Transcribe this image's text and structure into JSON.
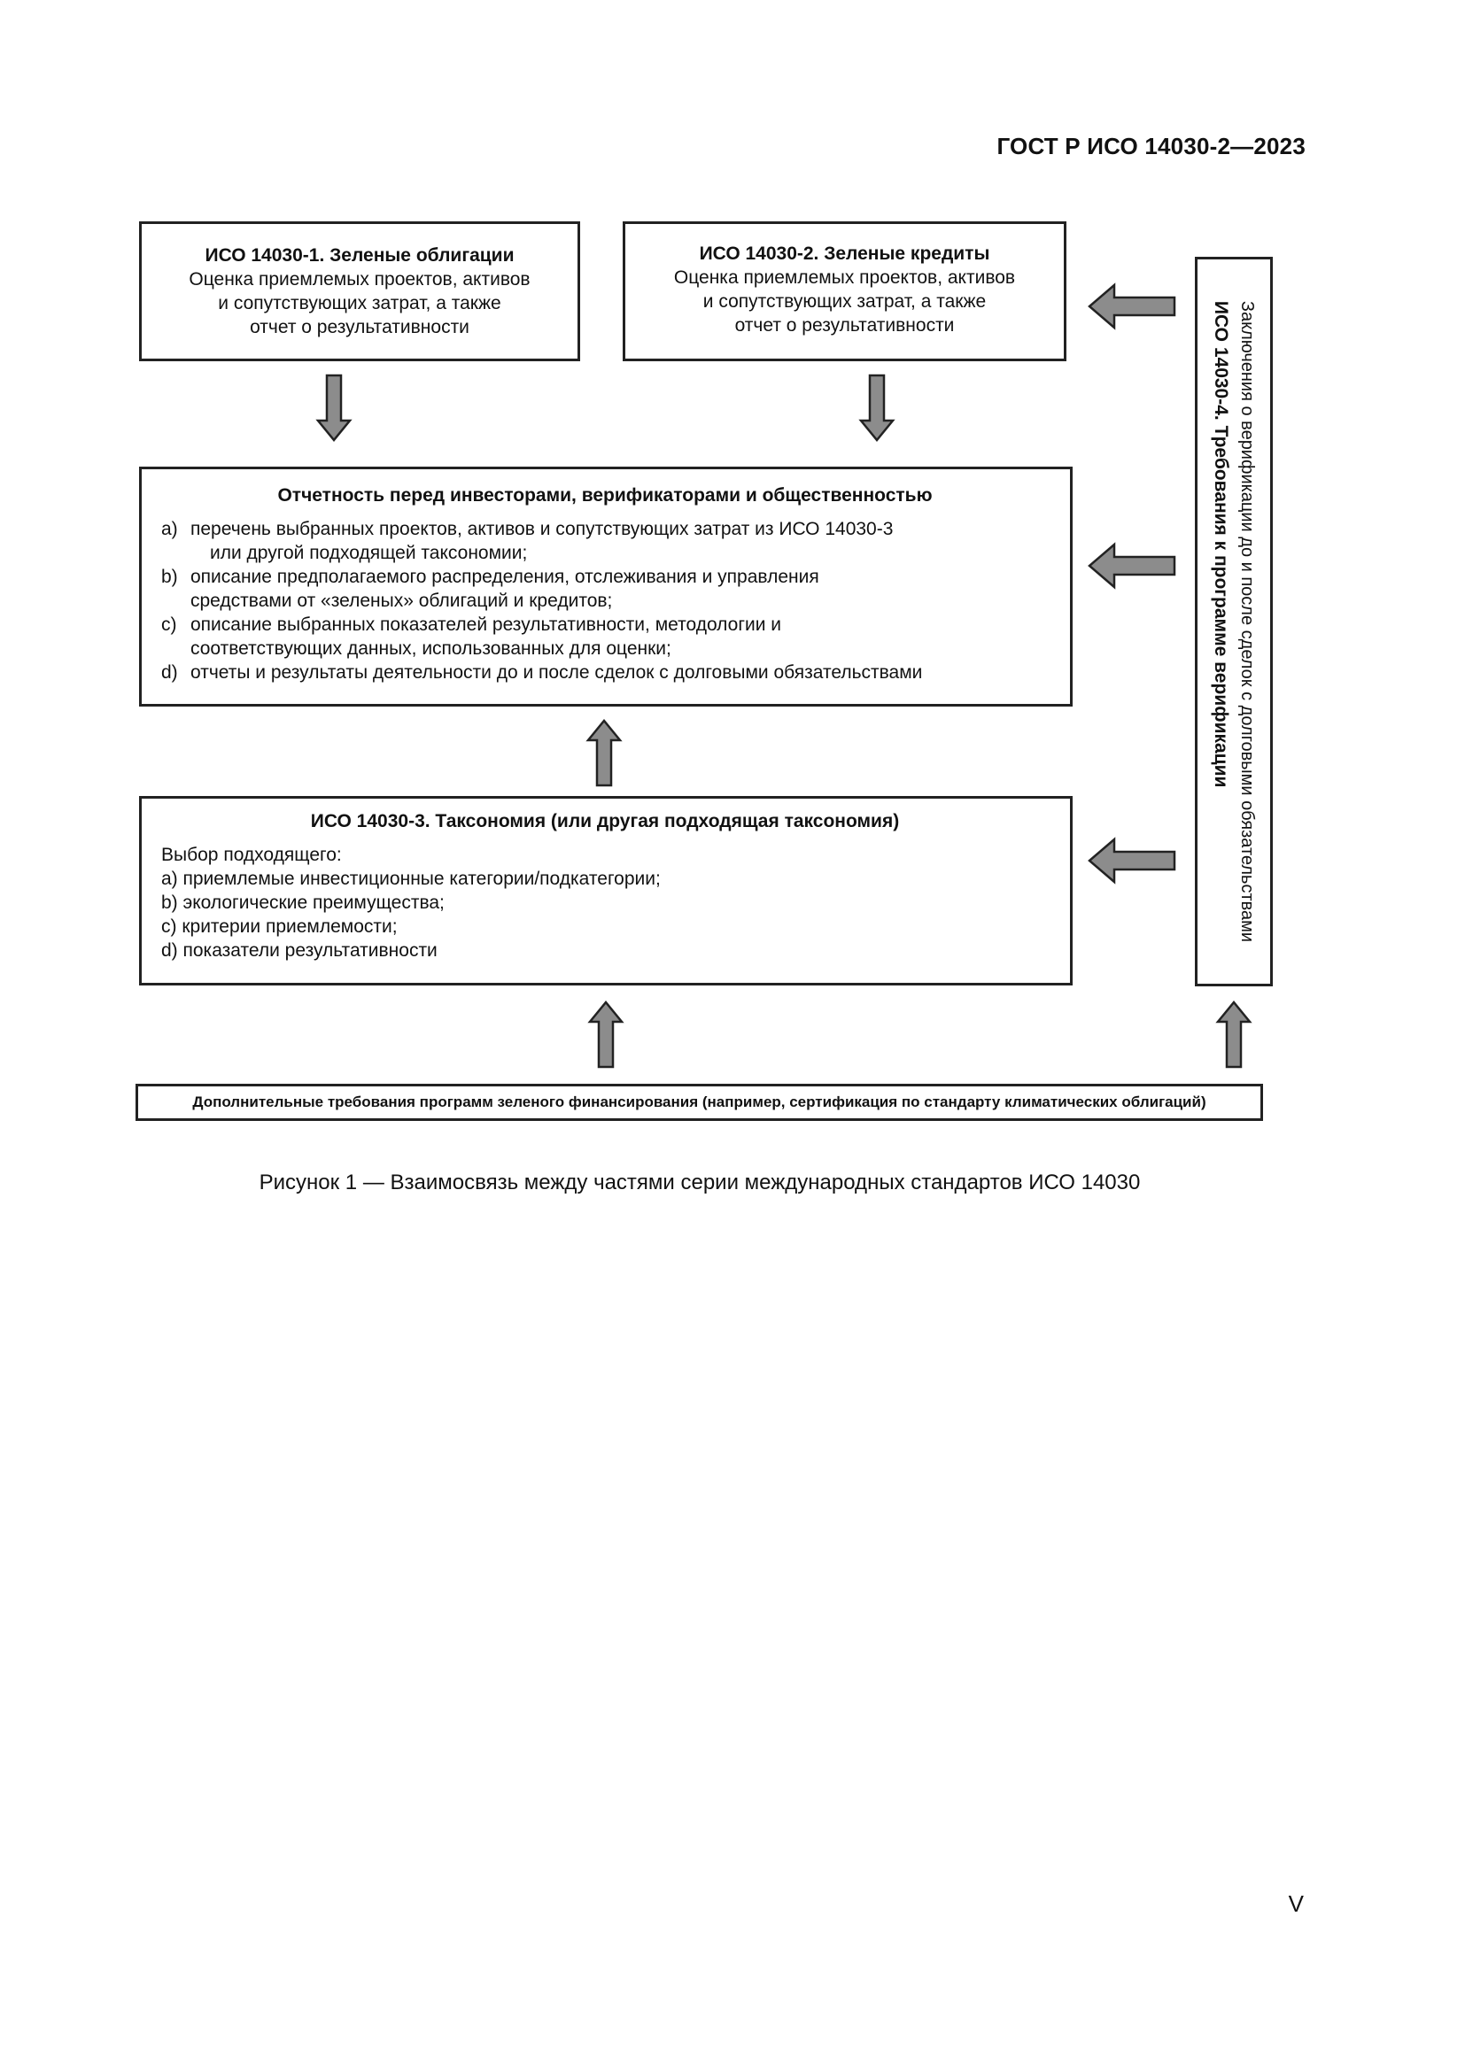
{
  "header": {
    "doc_code": "ГОСТ Р ИСО 14030-2—2023"
  },
  "boxes": {
    "iso1": {
      "title": "ИСО 14030-1. Зеленые облигации",
      "lines": [
        "Оценка приемлемых проектов, активов",
        "и сопутствующих затрат, а также",
        "отчет о результативности"
      ]
    },
    "iso2": {
      "title": "ИСО 14030-2. Зеленые кредиты",
      "lines": [
        "Оценка приемлемых проектов, активов",
        "и сопутствующих затрат, а также",
        "отчет о результативности"
      ]
    },
    "reporting": {
      "title": "Отчетность перед инвесторами, верификаторами и общественностью",
      "items": [
        {
          "letter": "a)",
          "lines": [
            "перечень выбранных проектов, активов и сопутствующих затрат из ИСО 14030-3",
            "или другой подходящей таксономии;"
          ]
        },
        {
          "letter": "b)",
          "lines": [
            "описание предполагаемого распределения, отслеживания и управления",
            "средствами от «зеленых» облигаций и кредитов;"
          ]
        },
        {
          "letter": "c)",
          "lines": [
            "описание выбранных показателей результативности, методологии и",
            "соответствующих данных, использованных для оценки;"
          ]
        },
        {
          "letter": "d)",
          "lines": [
            "отчеты и результаты деятельности до и после сделок с долговыми обязательствами"
          ]
        }
      ]
    },
    "iso3": {
      "title": "ИСО 14030-3. Таксономия (или другая подходящая таксономия)",
      "lines": [
        "Выбор подходящего:",
        "a) приемлемые инвестиционные категории/подкатегории;",
        "b) экологические преимущества;",
        "c) критерии приемлемости;",
        "d) показатели результативности"
      ]
    },
    "iso4": {
      "title": "ИСО 14030-4. Требования к программе верификации",
      "subtitle": "Заключения о верификации до и после сделок с долговыми обязательствами"
    },
    "additional": {
      "text": "Дополнительные требования программ зеленого финансирования (например, сертификация по стандарту климатических облигаций)"
    }
  },
  "caption": "Рисунок 1 — Взаимосвязь между частями серии международных стандартов ИСО 14030",
  "page_number": "V",
  "colors": {
    "arrow_fill": "#8c8c8c",
    "arrow_stroke": "#222222",
    "border": "#222222"
  }
}
